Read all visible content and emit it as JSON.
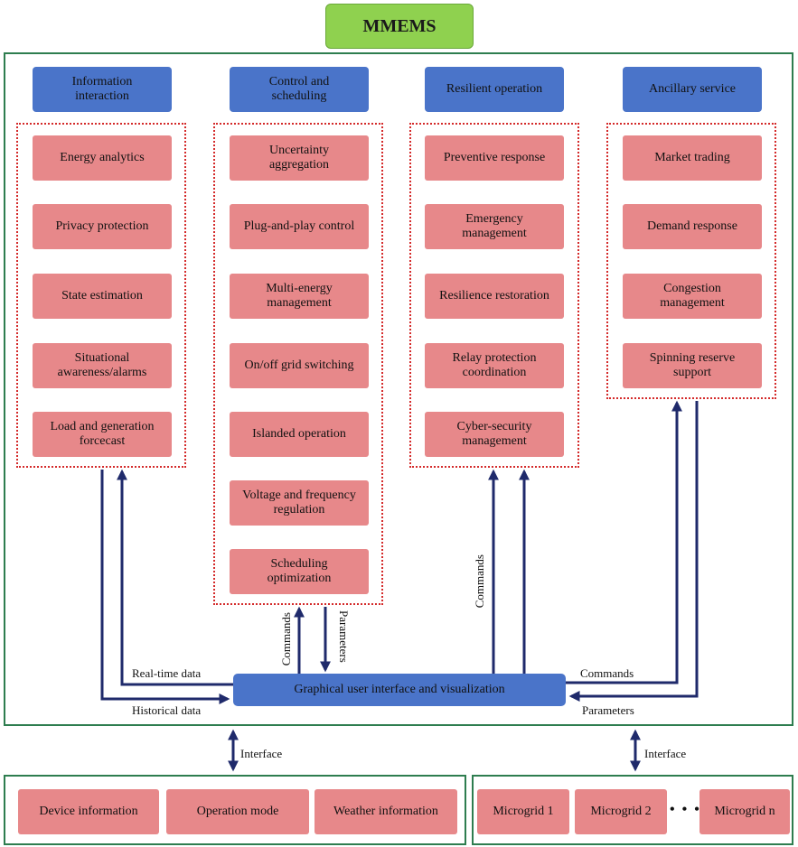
{
  "title": "MMEMS",
  "categories": [
    {
      "label": "Information interaction",
      "items": [
        "Energy analytics",
        "Privacy protection",
        "State estimation",
        "Situational awareness/alarms",
        "Load and generation forcecast"
      ]
    },
    {
      "label": "Control and scheduling",
      "items": [
        "Uncertainty aggregation",
        "Plug-and-play control",
        "Multi-energy management",
        "On/off grid switching",
        "Islanded operation",
        "Voltage and frequency regulation",
        "Scheduling optimization"
      ]
    },
    {
      "label": "Resilient operation",
      "items": [
        "Preventive response",
        "Emergency management",
        "Resilience restoration",
        "Relay protection coordination",
        "Cyber-security management"
      ]
    },
    {
      "label": "Ancillary service",
      "items": [
        "Market trading",
        "Demand response",
        "Congestion management",
        "Spinning reserve support"
      ]
    }
  ],
  "gui_label": "Graphical user interface and visualization",
  "flow_labels": {
    "realtime": "Real-time data",
    "historical": "Historical data",
    "commands_left": "Commands",
    "parameters_left": "Parameters",
    "commands_mid": "Commands",
    "commands_right": "Commands",
    "parameters_right": "Parameters",
    "interface_left": "Interface",
    "interface_right": "Interface"
  },
  "bottom_left": [
    "Device information",
    "Operation mode",
    "Weather information"
  ],
  "bottom_right": [
    "Microgrid 1",
    "Microgrid 2",
    "Microgrid n"
  ],
  "ellipsis": "• • •",
  "colors": {
    "green": "#8fd14f",
    "blue": "#4a74c9",
    "pink": "#e7888a",
    "frame": "#2e7d4f",
    "arrow": "#1f2a6b",
    "dotted": "#d42a2a"
  }
}
